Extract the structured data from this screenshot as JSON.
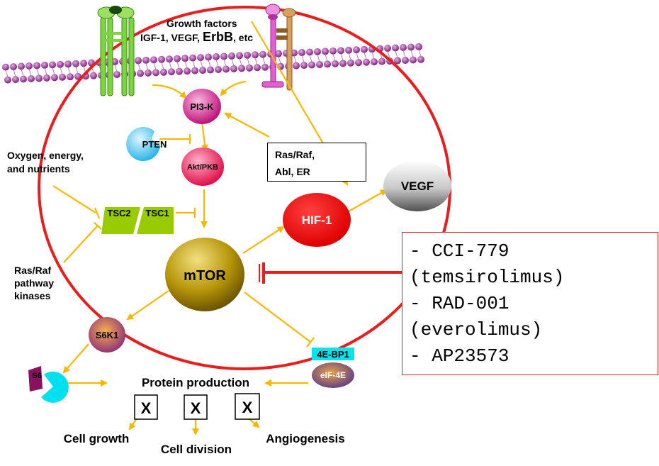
{
  "labels": {
    "growth_factors_title": "Growth factors",
    "growth_factors_a": "IGF-1, VEGF,",
    "growth_factors_b": "ErbB",
    "growth_factors_c": ", etc",
    "pi3k": "PI3-K",
    "pten": "PTEN",
    "akt": "Akt/PKB",
    "oxygen_1": "Oxygen, energy,",
    "oxygen_2": "and nutrients",
    "tsc2": "TSC2",
    "tsc1": "TSC1",
    "rasraf_box_1": "Ras/Raf,",
    "rasraf_box_2": "Abl, ER",
    "vegf": "VEGF",
    "hif1": "HIF-1",
    "mtor": "mTOR",
    "ras_kinases_1": "Ras/Raf",
    "ras_kinases_2": "pathway",
    "ras_kinases_3": "kinases",
    "s6k1": "S6K1",
    "s6": "S6",
    "ebp1": "4E-BP1",
    "eif4e": "eIF-4E",
    "protein_production": "Protein production",
    "x_mark": "X",
    "cell_growth": "Cell growth",
    "cell_division": "Cell  division",
    "angiogenesis": "Angiogenesis"
  },
  "drugs": [
    "- CCI-779",
    "(temsirolimus)",
    "- RAD-001",
    "(everolimus)",
    "- AP23573"
  ],
  "colors": {
    "cell_outline": "#e61e1e",
    "arrow": "#f5b800",
    "tsc": "#99cc00",
    "membrane": "#8b2d8b",
    "mtor": "#b8960a",
    "hif1": "#ee0000",
    "ebp1_bg": "#00e5ee"
  }
}
